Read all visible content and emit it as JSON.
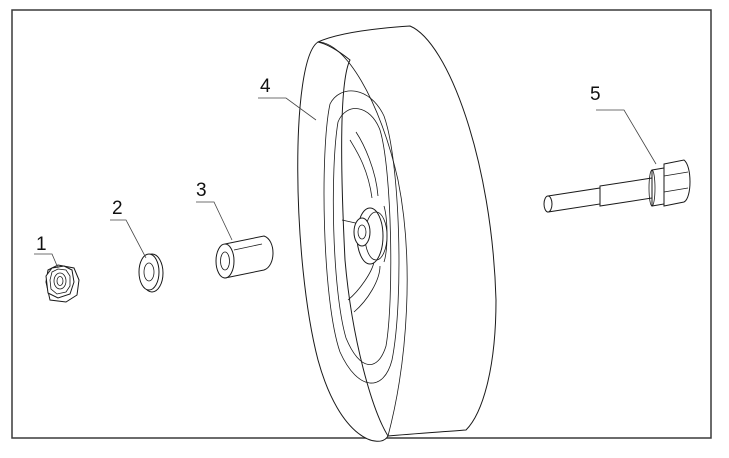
{
  "callouts": [
    {
      "id": "1",
      "label": "1"
    },
    {
      "id": "2",
      "label": "2"
    },
    {
      "id": "3",
      "label": "3"
    },
    {
      "id": "4",
      "label": "4"
    },
    {
      "id": "5",
      "label": "5"
    }
  ],
  "colors": {
    "line": "#1a1a1a",
    "frame": "#3a3a3a",
    "background": "#ffffff"
  }
}
